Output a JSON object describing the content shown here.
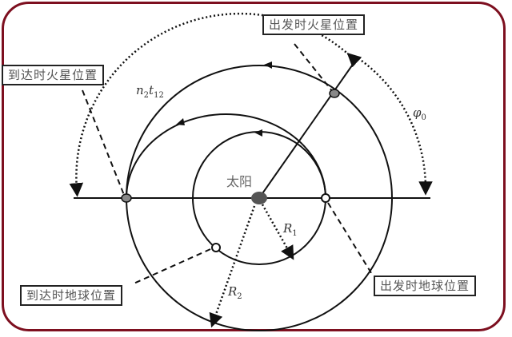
{
  "diagram": {
    "title": "Hohmann transfer orbit Earth to Mars",
    "labels": {
      "mars_depart": "出发时火星位置",
      "mars_arrive": "到达时火星位置",
      "earth_arrive": "到达时地球位置",
      "earth_depart": "出发时地球位置",
      "sun": "太阳"
    },
    "symbols": {
      "n2t12_base": "n",
      "n2t12_sub1": "2",
      "n2t12_t": "t",
      "n2t12_sub2": "12",
      "phi0_base": "φ",
      "phi0_sub": "0",
      "R1_base": "R",
      "R1_sub": "1",
      "R2_base": "R",
      "R2_sub": "2"
    },
    "colors": {
      "frame": "#7d0f1f",
      "line": "#111111",
      "sun": "#555555",
      "mars_dot": "#777777"
    }
  }
}
